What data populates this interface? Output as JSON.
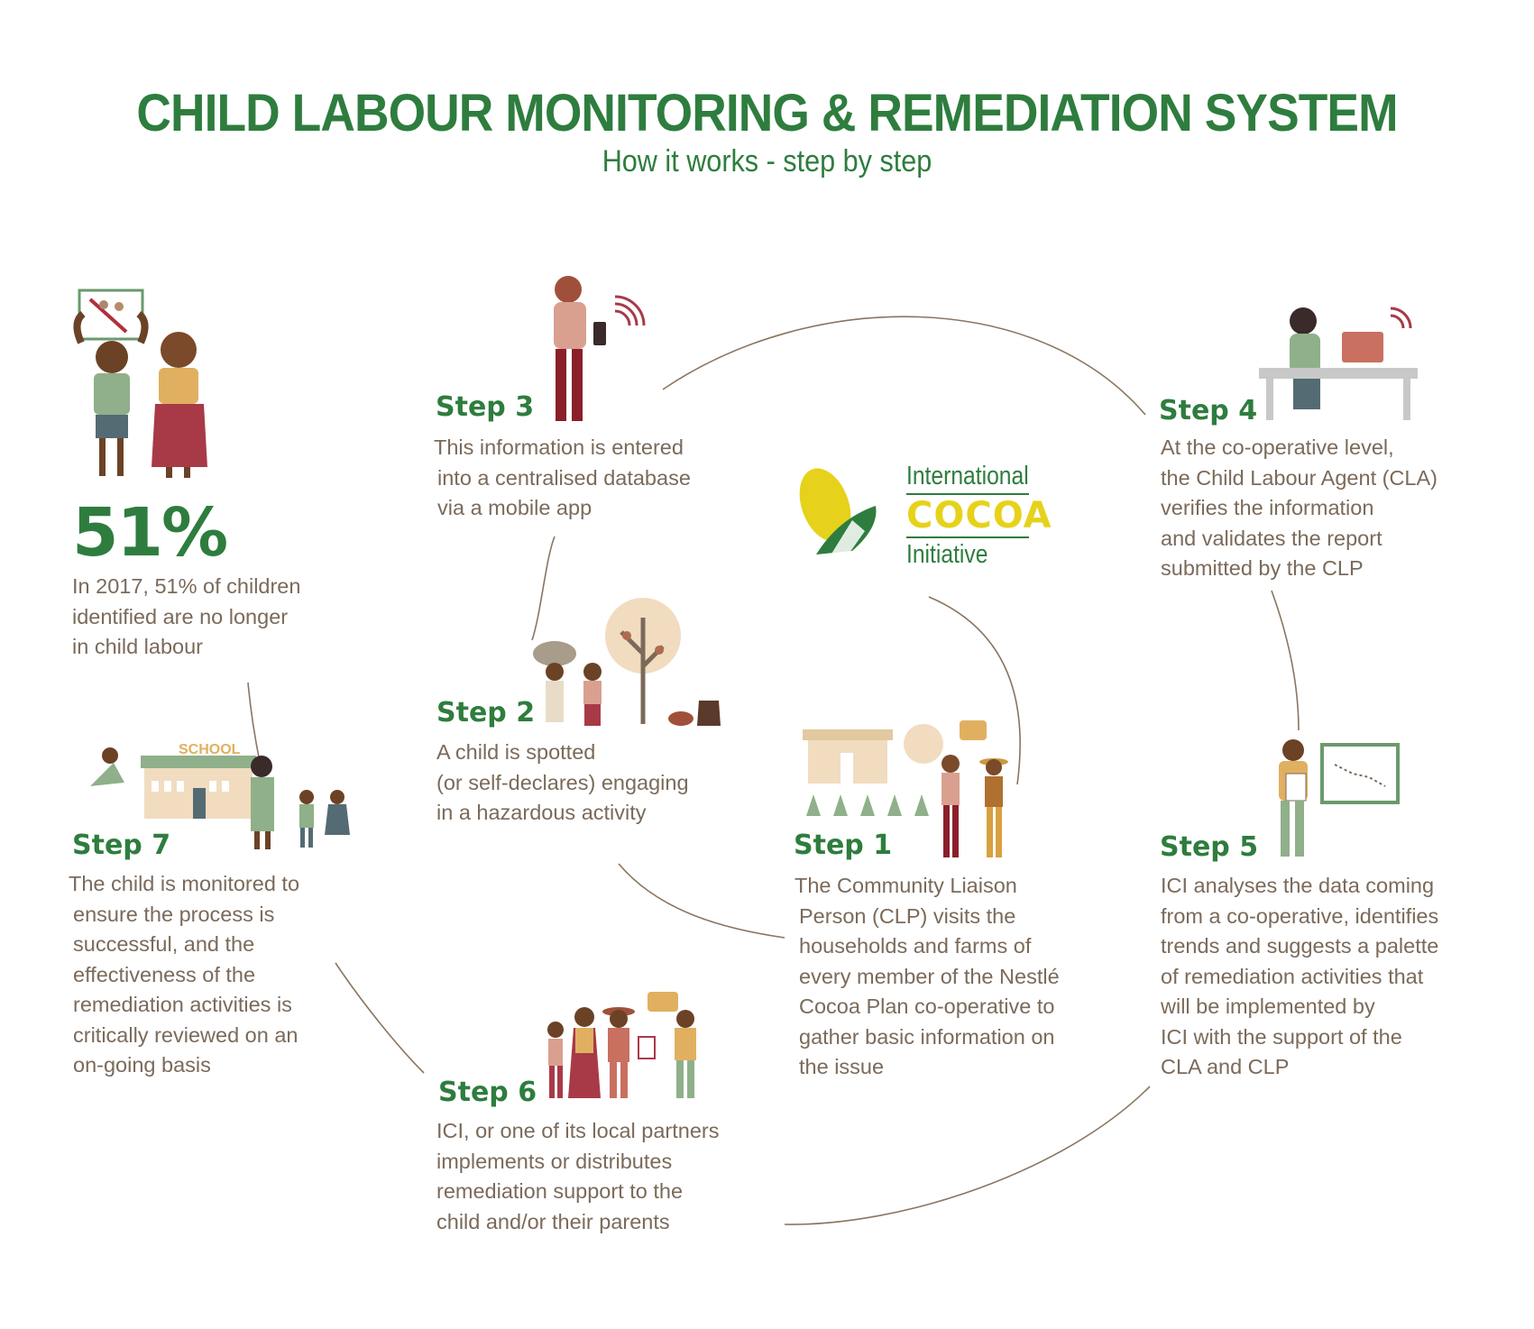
{
  "header": {
    "title": "CHILD LABOUR MONITORING & REMEDIATION SYSTEM",
    "subtitle": "How it works - step by step"
  },
  "stat": {
    "value": "51%",
    "lines": [
      "In 2017, 51% of children",
      "identified are no longer",
      "in child labour"
    ]
  },
  "logo": {
    "line1": "International",
    "line2": "COCOA",
    "line3": "Initiative"
  },
  "steps": {
    "s1": {
      "title": "Step 1",
      "lines": [
        "The Community Liaison",
        "Person (CLP) visits the",
        "households and farms of",
        "every member of the Nestlé",
        "Cocoa Plan co-operative to",
        "gather basic information on",
        "the issue"
      ]
    },
    "s2": {
      "title": "Step 2",
      "lines": [
        "A child is spotted",
        "(or self-declares) engaging",
        "in a hazardous activity"
      ]
    },
    "s3": {
      "title": "Step 3",
      "lines": [
        "This information is entered",
        "into a centralised database",
        "via a mobile app"
      ]
    },
    "s4": {
      "title": "Step 4",
      "lines": [
        "At the co-operative level,",
        "the Child Labour Agent (CLA)",
        "verifies the information",
        "and validates the report",
        "submitted by the CLP"
      ]
    },
    "s5": {
      "title": "Step 5",
      "lines": [
        "ICI analyses the data coming",
        "from a co-operative, identifies",
        "trends and suggests a palette",
        "of remediation activities that",
        "will be implemented by",
        "ICI with the support of the",
        "CLA and CLP"
      ]
    },
    "s6": {
      "title": "Step 6",
      "lines": [
        "ICI, or one of its local partners",
        "implements or distributes",
        "remediation support to the",
        "child and/or their parents"
      ]
    },
    "s7": {
      "title": "Step 7",
      "lines": [
        "The child is monitored to",
        "ensure the process is",
        "successful, and the",
        "effectiveness of the",
        "remediation activities is",
        "critically reviewed on an",
        "on-going basis"
      ]
    }
  },
  "illustrations": {
    "school_sign": "SCHOOL"
  },
  "colors": {
    "green": "#2e7d3e",
    "text_brown": "#7b6a5a",
    "connector": "#8a7560",
    "cocoa_yellow": "#e6d21a"
  }
}
